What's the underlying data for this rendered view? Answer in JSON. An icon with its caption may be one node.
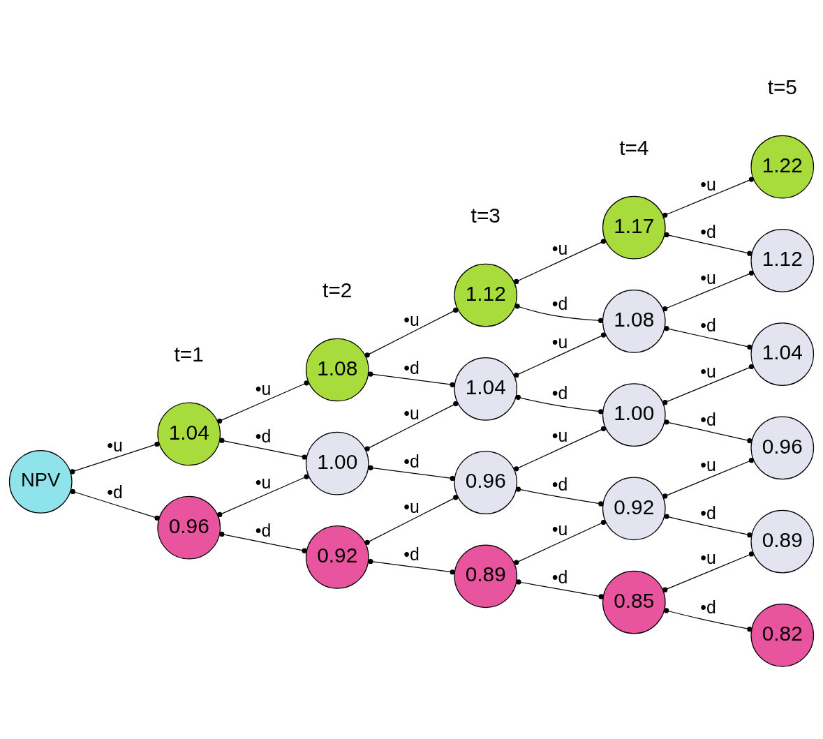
{
  "diagram": {
    "nodes": [
      {
        "text": [
          "NPV"
        ]
      },
      {
        "text": [
          "1.04"
        ]
      },
      {
        "text": [
          "0.96"
        ]
      },
      {
        "text": [
          "1.08"
        ]
      },
      {
        "text": [
          "1.00"
        ]
      },
      {
        "text": [
          "0.92"
        ]
      },
      {
        "text": [
          "1.12"
        ]
      },
      {
        "text": [
          "1.04"
        ]
      },
      {
        "text": [
          "0.96"
        ]
      },
      {
        "text": [
          "0.89"
        ]
      },
      {
        "text": [
          "1.17"
        ]
      },
      {
        "text": [
          "1.08"
        ]
      },
      {
        "text": [
          "1.00"
        ]
      },
      {
        "text": [
          "0.92"
        ]
      },
      {
        "text": [
          "0.85"
        ]
      },
      {
        "text": [
          "1.22"
        ]
      },
      {
        "text": [
          "1.12"
        ]
      },
      {
        "text": [
          "1.04"
        ]
      },
      {
        "text": [
          "0.96"
        ]
      },
      {
        "text": [
          "0.89"
        ]
      },
      {
        "text": [
          "0.82"
        ]
      }
    ],
    "edges": [
      {
        "from": 0,
        "to": 1,
        "arrow": "other",
        "label": "•u"
      },
      {
        "from": 0,
        "to": 2,
        "arrow": "other",
        "label": "•d"
      },
      {
        "from": 1,
        "to": 3,
        "arrow": "other",
        "label": "•u"
      },
      {
        "from": 1,
        "to": 4,
        "arrow": "other",
        "label": "•d"
      },
      {
        "from": 2,
        "to": 4,
        "arrow": "other",
        "label": "•u"
      },
      {
        "from": 2,
        "to": 5,
        "arrow": "other",
        "label": "•d"
      },
      {
        "from": 3,
        "to": 6,
        "arrow": "other",
        "label": "•u"
      },
      {
        "from": 3,
        "to": 7,
        "arrow": "other",
        "label": "•d"
      },
      {
        "from": 4,
        "to": 7,
        "arrow": "other",
        "label": "•u"
      },
      {
        "from": 4,
        "to": 8,
        "arrow": "other",
        "label": "•d"
      },
      {
        "from": 5,
        "to": 8,
        "arrow": "other",
        "label": "•u"
      },
      {
        "from": 5,
        "to": 9,
        "arrow": "other",
        "label": "•d"
      },
      {
        "from": 6,
        "to": 10,
        "arrow": "other",
        "label": "•u"
      },
      {
        "from": 6,
        "to": 11,
        "arrow": "other",
        "label": "•d"
      },
      {
        "from": 7,
        "to": 11,
        "arrow": "other",
        "label": "•u"
      },
      {
        "from": 7,
        "to": 12,
        "arrow": "other",
        "label": "•d"
      },
      {
        "from": 8,
        "to": 12,
        "arrow": "other",
        "label": "•u"
      },
      {
        "from": 8,
        "to": 13,
        "arrow": "other",
        "label": "•d"
      },
      {
        "from": 9,
        "to": 13,
        "arrow": "other",
        "label": "•u"
      },
      {
        "from": 9,
        "to": 14,
        "arrow": "other",
        "label": "•d"
      },
      {
        "from": 10,
        "to": 15,
        "arrow": "other",
        "label": "•u"
      },
      {
        "from": 10,
        "to": 16,
        "arrow": "other",
        "label": "•d"
      },
      {
        "from": 11,
        "to": 16,
        "arrow": "other",
        "label": "•u"
      },
      {
        "from": 11,
        "to": 17,
        "arrow": "other",
        "label": "•d"
      },
      {
        "from": 12,
        "to": 17,
        "arrow": "other",
        "label": "•u"
      },
      {
        "from": 12,
        "to": 18,
        "arrow": "other",
        "label": "•d"
      },
      {
        "from": 13,
        "to": 18,
        "arrow": "other",
        "label": "•u"
      },
      {
        "from": 13,
        "to": 19,
        "arrow": "other",
        "label": "•d"
      },
      {
        "from": 14,
        "to": 19,
        "arrow": "other",
        "label": "•u"
      },
      {
        "from": 14,
        "to": 20,
        "arrow": "other",
        "label": "•d"
      }
    ],
    "labels": [
      "t=5",
      "t=4",
      "t=3",
      "t=2",
      "t=1"
    ]
  }
}
